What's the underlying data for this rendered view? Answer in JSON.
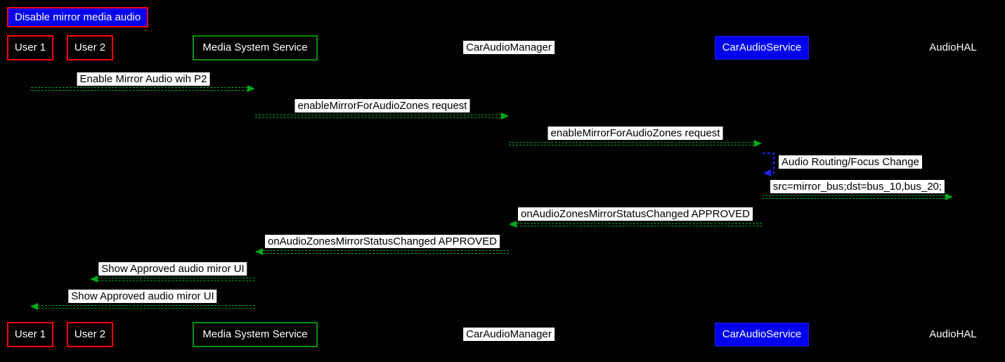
{
  "title": "Disable mirror media audio",
  "participants": [
    {
      "label": "User 1"
    },
    {
      "label": "User 2"
    },
    {
      "label": "Media System Service"
    },
    {
      "label": "CarAudioManager"
    },
    {
      "label": "CarAudioService"
    },
    {
      "label": "AudioHAL"
    }
  ],
  "messages": [
    {
      "label": "Enable Mirror Audio wih P2",
      "from": "User 1",
      "to": "Media System Service"
    },
    {
      "label": "enableMirrorForAudioZones request",
      "from": "Media System Service",
      "to": "CarAudioManager"
    },
    {
      "label": "enableMirrorForAudioZones request",
      "from": "CarAudioManager",
      "to": "CarAudioService"
    },
    {
      "label": "Audio Routing/Focus Change",
      "from": "CarAudioService",
      "to": "CarAudioService",
      "self": true
    },
    {
      "label": "src=mirror_bus;dst=bus_10,bus_20;",
      "from": "CarAudioService",
      "to": "AudioHAL"
    },
    {
      "label": "onAudioZonesMirrorStatusChanged APPROVED",
      "from": "CarAudioService",
      "to": "CarAudioManager"
    },
    {
      "label": "onAudioZonesMirrorStatusChanged APPROVED",
      "from": "CarAudioManager",
      "to": "Media System Service"
    },
    {
      "label": "Show Approved audio miror UI",
      "from": "Media System Service",
      "to": "User 2"
    },
    {
      "label": "Show Approved audio miror UI",
      "from": "Media System Service",
      "to": "User 1"
    }
  ],
  "colors": {
    "background": "#000000",
    "arrow_green": "#00A818",
    "self_arrow_blue": "#2222FF",
    "title_fill": "#0000F0",
    "title_border": "#FF0000",
    "user_border_red": "#FF0000",
    "service_border_green": "#009100",
    "car_audio_service_fill": "#0000F0",
    "label_bg": "#FFFFFF",
    "label_text": "#000000"
  }
}
